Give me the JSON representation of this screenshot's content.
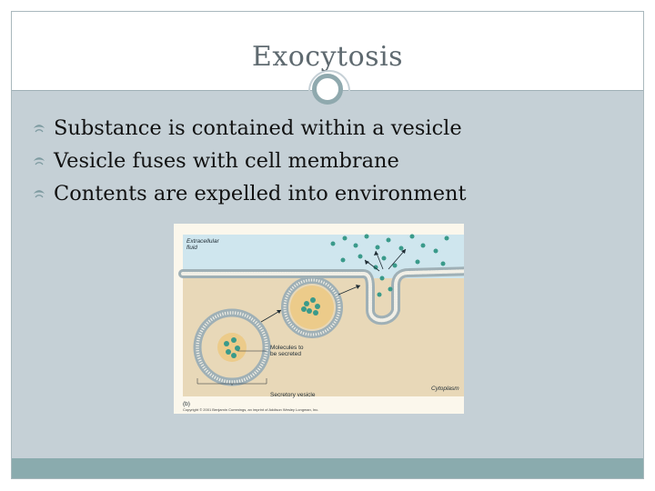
{
  "slide": {
    "title": "Exocytosis",
    "bullets": [
      "Substance is contained within a vesicle",
      "Vesicle fuses with cell membrane",
      "Contents are expelled into environment"
    ]
  },
  "figure": {
    "labels": {
      "extracellular": "Extracellular",
      "fluid": "fluid",
      "molecules_line1": "Molecules to",
      "molecules_line2": "be secreted",
      "secretory_vesicle": "Secretory vesicle",
      "cytoplasm": "Cytoplasm",
      "panel_letter": "(b)",
      "copyright": "Copyright © 2001 Benjamin Cummings, an imprint of Addison Wesley Longman, Inc."
    },
    "colors": {
      "extracellular": "#cfe6ee",
      "cytoplasm": "#e8d8b8",
      "molecule": "#3a9a8a",
      "membrane_head": "#b8c4c8"
    }
  },
  "theme": {
    "accent": "#8aabae",
    "frame_background": "#c5d0d6"
  }
}
